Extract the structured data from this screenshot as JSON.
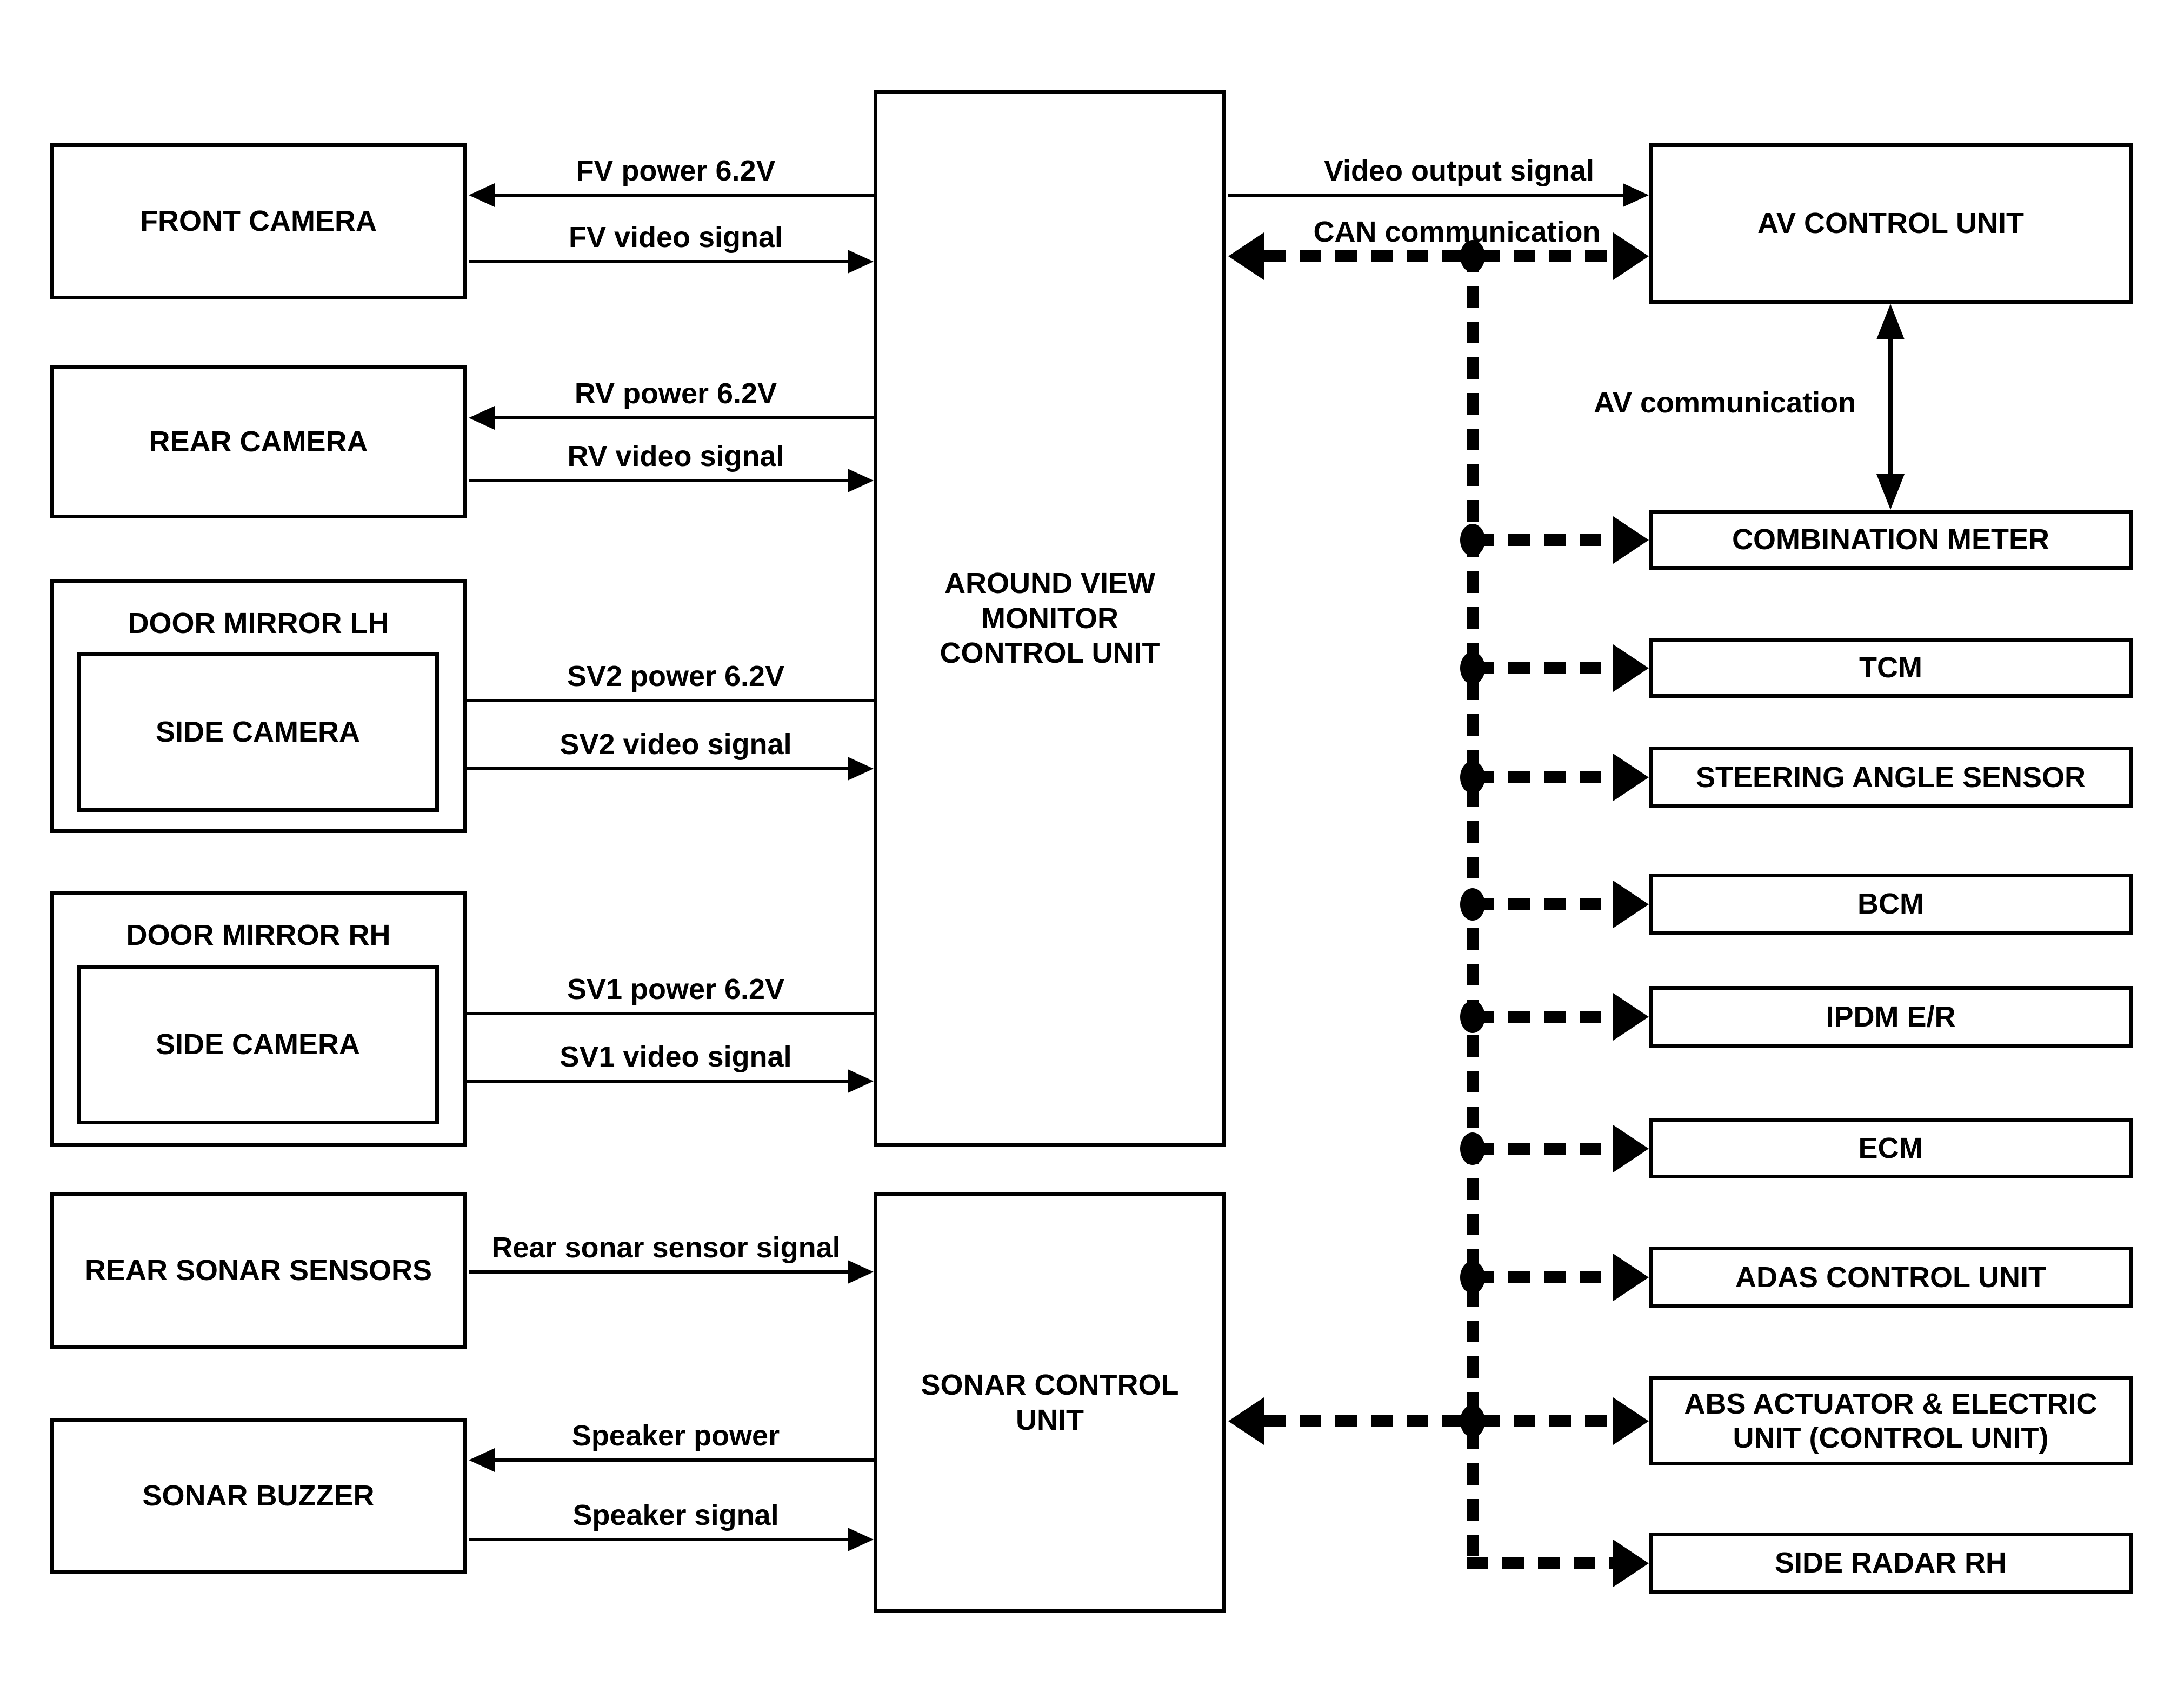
{
  "nodes": {
    "front_camera": "FRONT CAMERA",
    "rear_camera": "REAR CAMERA",
    "door_mirror_lh": "DOOR MIRROR LH",
    "side_camera_lh": "SIDE CAMERA",
    "door_mirror_rh": "DOOR MIRROR RH",
    "side_camera_rh": "SIDE CAMERA",
    "rear_sonar_sensors": "REAR SONAR SENSORS",
    "sonar_buzzer": "SONAR BUZZER",
    "avm_control_unit": "AROUND VIEW\nMONITOR\nCONTROL UNIT",
    "sonar_control_unit": "SONAR CONTROL\nUNIT",
    "av_control_unit": "AV CONTROL UNIT",
    "combination_meter": "COMBINATION METER",
    "tcm": "TCM",
    "steering_angle_sensor": "STEERING ANGLE SENSOR",
    "bcm": "BCM",
    "ipdm_er": "IPDM E/R",
    "ecm": "ECM",
    "adas_control_unit": "ADAS CONTROL UNIT",
    "abs_actuator_electric_unit": "ABS ACTUATOR & ELECTRIC\nUNIT (CONTROL UNIT)",
    "side_radar_rh": "SIDE RADAR RH"
  },
  "signals": {
    "fv_power": "FV power 6.2V",
    "fv_video": "FV video signal",
    "rv_power": "RV power 6.2V",
    "rv_video": "RV video signal",
    "sv2_power": "SV2 power 6.2V",
    "sv2_video": "SV2 video signal",
    "sv1_power": "SV1 power 6.2V",
    "sv1_video": "SV1 video signal",
    "rear_sonar": "Rear sonar sensor signal",
    "speaker_power": "Speaker power",
    "speaker_signal": "Speaker signal",
    "video_output": "Video output signal",
    "can": "CAN communication",
    "av": "AV communication"
  },
  "colors": {
    "line": "#000000",
    "background": "#ffffff"
  }
}
